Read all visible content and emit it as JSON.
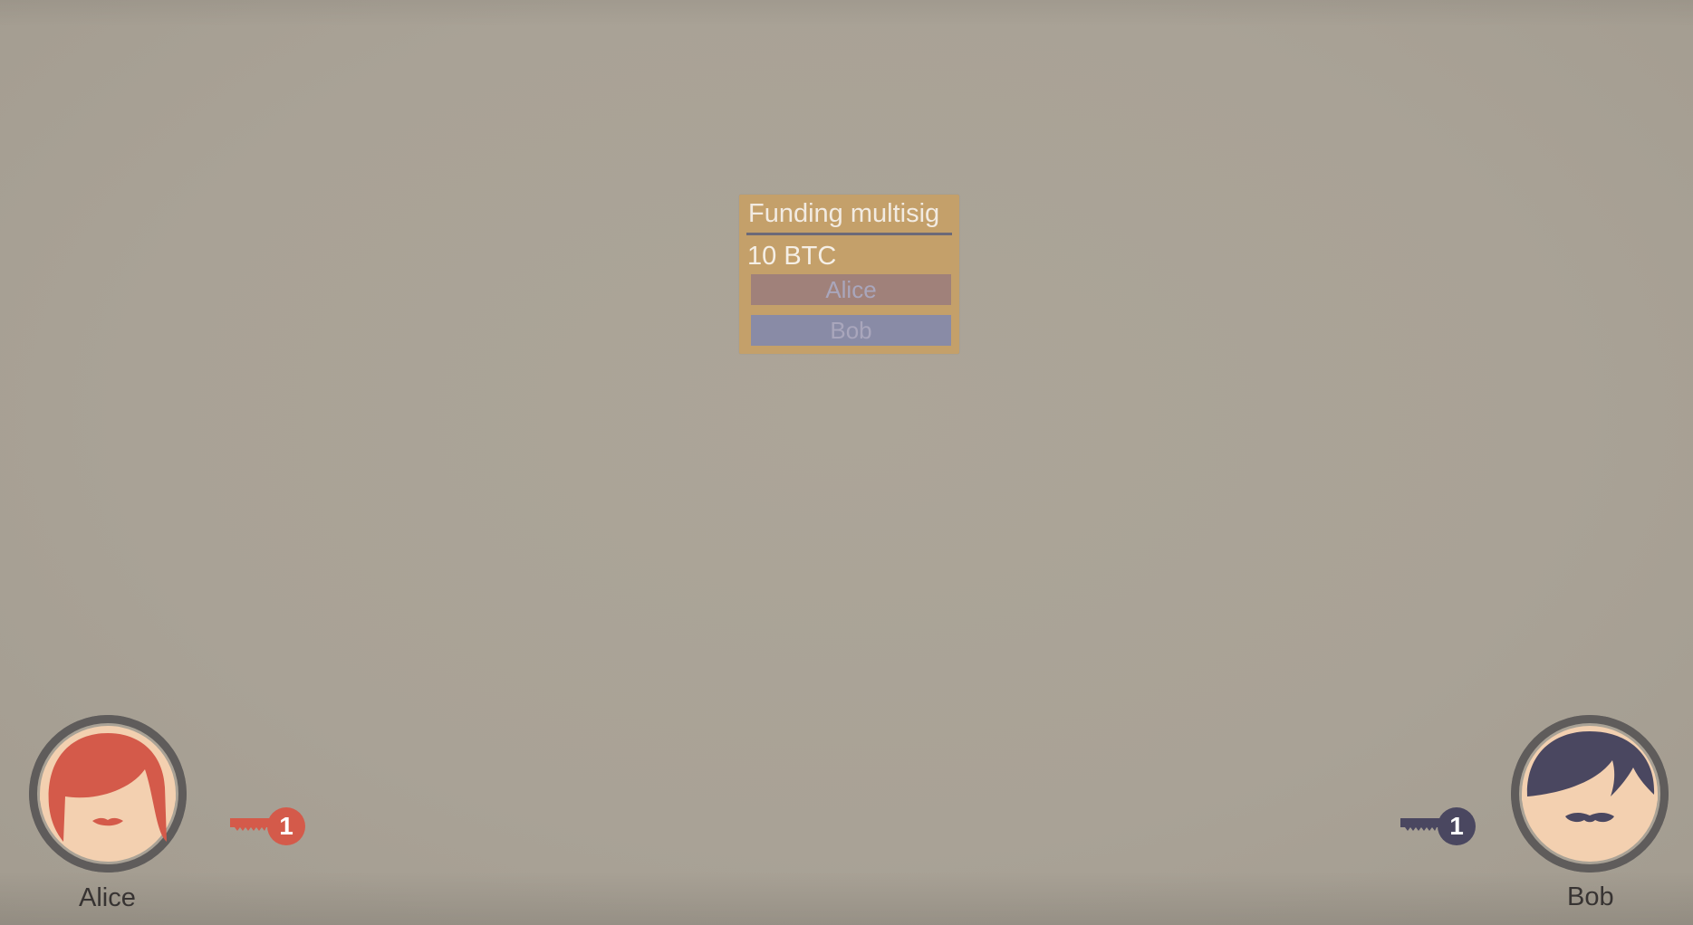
{
  "funding_tx": {
    "title": "Funding multisig",
    "amount": "10 BTC",
    "signers": [
      {
        "name": "Alice",
        "color": "#a0817a"
      },
      {
        "name": "Bob",
        "color": "#898ba6"
      }
    ],
    "card_color": "#c4a06a"
  },
  "players": {
    "alice": {
      "name": "Alice",
      "avatar_icon": "red-haired-woman-avatar",
      "key_icon": "key-icon",
      "key_count": "1",
      "accent": "#d45a4a"
    },
    "bob": {
      "name": "Bob",
      "avatar_icon": "mustached-man-avatar",
      "key_icon": "key-icon",
      "key_count": "1",
      "accent": "#4a4760"
    }
  },
  "colors": {
    "background": "#aaa397",
    "avatar_ring": "#5f5c5b",
    "skin": "#f3d0b0"
  }
}
